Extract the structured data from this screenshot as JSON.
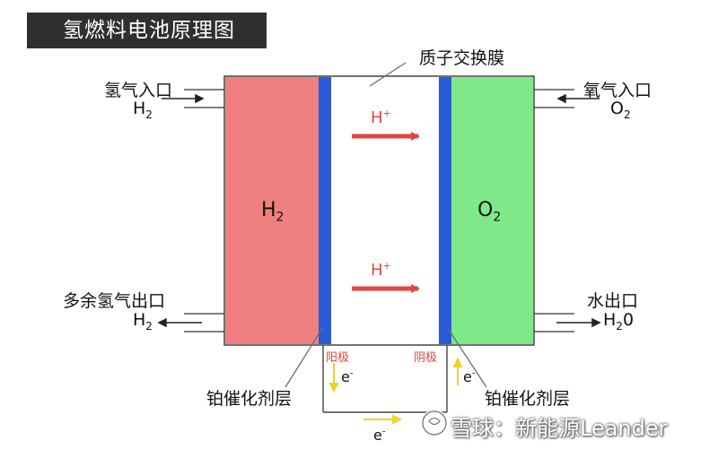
{
  "title": "氢燃料电池原理图",
  "membrane_label": "质子交换膜",
  "hydrogen_inlet": {
    "label": "氢气入口",
    "formula": "H",
    "sub": "2"
  },
  "oxygen_inlet": {
    "label": "氧气入口",
    "formula": "O",
    "sub": "2"
  },
  "excess_hydrogen_outlet": {
    "label": "多余氢气出口",
    "formula": "H",
    "sub": "2"
  },
  "water_outlet": {
    "label": "水出口",
    "formula": "H",
    "sub": "2",
    "tail": "0"
  },
  "anode_chamber": {
    "formula": "H",
    "sub": "2"
  },
  "cathode_chamber": {
    "formula": "O",
    "sub": "2"
  },
  "proton_label": {
    "base": "H",
    "sup": "+"
  },
  "anode_label": "阳极",
  "cathode_label": "阴极",
  "electron_label": {
    "base": "e",
    "sup": "-"
  },
  "catalyst_left": "铂催化剂层",
  "catalyst_right": "铂催化剂层",
  "watermark": "雪球：新能源Leander",
  "colors": {
    "anode": "#f08080",
    "cathode": "#7fe98a",
    "catalyst": "#2a5bd7",
    "proton_arrow": "#e0473f",
    "electron_arrow": "#f0d22a",
    "outline": "#444444"
  },
  "icons": [
    "inlet-arrow-icon",
    "outlet-arrow-icon",
    "proton-arrow-icon",
    "electron-arrow-icon",
    "xueqiu-logo-icon"
  ]
}
